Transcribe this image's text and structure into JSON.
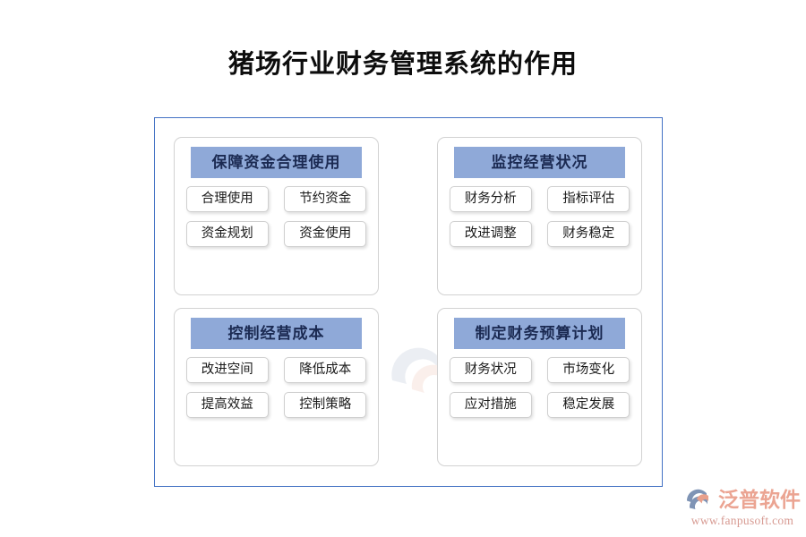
{
  "page": {
    "title": "猪场行业财务管理系统的作用",
    "background_color": "#ffffff",
    "panel_border_color": "#4472c4",
    "header_band_color": "#8fa9d8",
    "header_text_color": "#1b2a52",
    "item_border_color": "#cfcfcf"
  },
  "cards": [
    {
      "header": "保障资金合理使用",
      "items": [
        "合理使用",
        "节约资金",
        "资金规划",
        "资金使用"
      ]
    },
    {
      "header": "监控经营状况",
      "items": [
        "财务分析",
        "指标评估",
        "改进调整",
        "财务稳定"
      ]
    },
    {
      "header": "控制经营成本",
      "items": [
        "改进空间",
        "降低成本",
        "提高效益",
        "控制策略"
      ]
    },
    {
      "header": "制定财务预算计划",
      "items": [
        "财务状况",
        "市场变化",
        "应对措施",
        "稳定发展"
      ]
    }
  ],
  "brand": {
    "name": "泛普软件",
    "url": "www.fanpusoft.com",
    "name_color": "#eba492",
    "url_color": "#d79a92",
    "mark_arc_color": "#7f94b5",
    "mark_accent_color": "#e8a08c"
  }
}
